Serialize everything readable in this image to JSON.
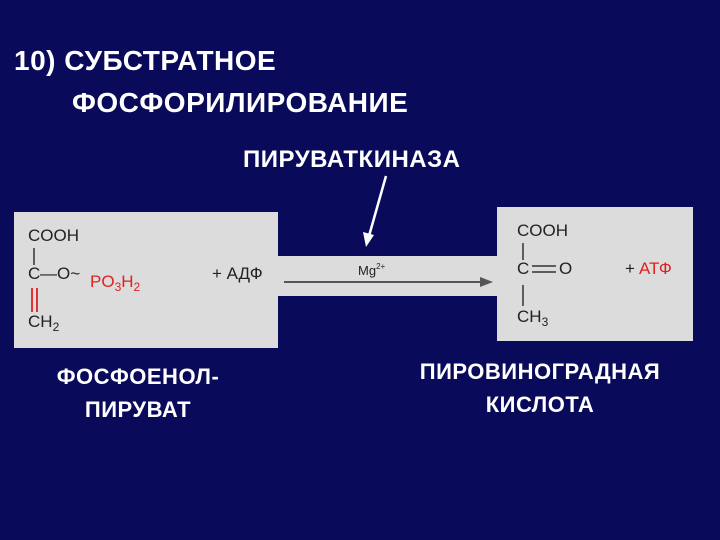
{
  "title": {
    "line1": "10) СУБСТРАТНОЕ",
    "line2": "ФОСФОРИЛИРОВАНИЕ"
  },
  "enzyme_label": "ПИРУВАТКИНАЗА",
  "reactant": {
    "cooh": "COOH",
    "c": "C",
    "o_link": "—O~",
    "po3h2": {
      "po": "PO",
      "sub3": "3",
      "h": "H",
      "sub2": "2"
    },
    "ch2": {
      "ch": "CH",
      "sub": "2"
    },
    "cofactor": "+ АДФ",
    "caption": [
      "ФОСФОЕНОЛ-",
      "ПИРУВАТ"
    ]
  },
  "arrow": {
    "mg": "Mg",
    "charge": "2+"
  },
  "product": {
    "cooh": "COOH",
    "c": "C",
    "o": "O",
    "ch3": {
      "ch": "CH",
      "sub": "3"
    },
    "plus": "+",
    "cofactor": "АТФ",
    "caption": [
      "ПИРОВИНОГРАДНАЯ",
      "КИСЛОТА"
    ]
  },
  "colors": {
    "background": "#0a0a5a",
    "panel": "#dcdcdc",
    "accent_red": "#e02020",
    "text": "#ffffff"
  }
}
